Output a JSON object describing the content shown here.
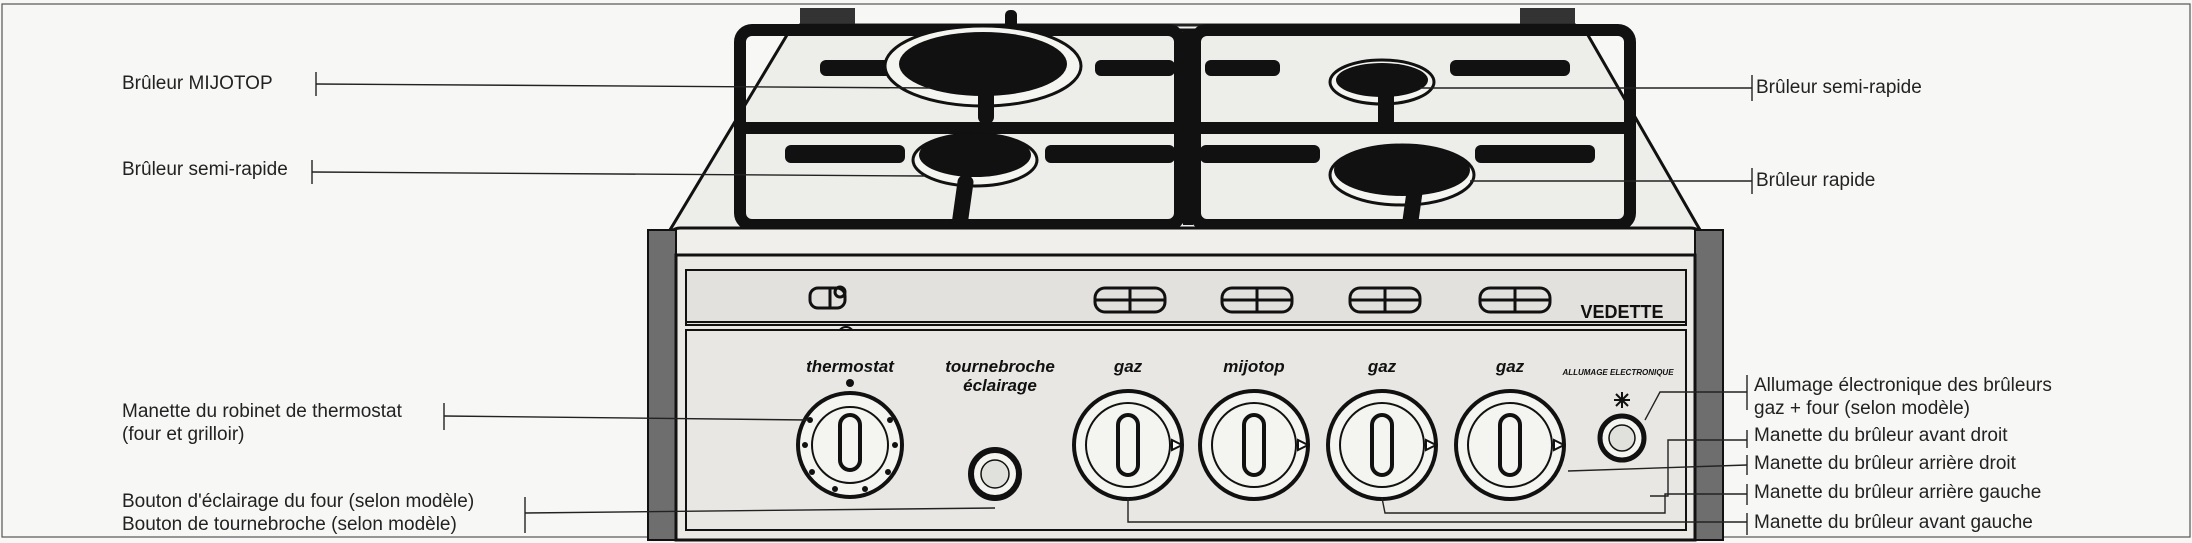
{
  "labels_left": [
    {
      "id": "mijotop",
      "lines": [
        "Brûleur MIJOTOP"
      ]
    },
    {
      "id": "semi-rapide-left",
      "lines": [
        "Brûleur semi-rapide"
      ]
    },
    {
      "id": "thermostat",
      "lines": [
        "Manette du robinet de thermostat",
        "(four et grilloir)"
      ]
    },
    {
      "id": "eclairage",
      "lines": [
        "Bouton d'éclairage du four (selon modèle)",
        "Bouton de tournebroche (selon modèle)"
      ]
    }
  ],
  "labels_right": [
    {
      "id": "semi-rapide-right",
      "lines": [
        "Brûleur semi-rapide"
      ]
    },
    {
      "id": "rapide",
      "lines": [
        "Brûleur rapide"
      ]
    },
    {
      "id": "allumage",
      "lines": [
        "Allumage électronique des brûleurs",
        "gaz + four (selon modèle)"
      ]
    },
    {
      "id": "avant-droit",
      "lines": [
        "Manette du brûleur avant droit"
      ]
    },
    {
      "id": "arriere-droit",
      "lines": [
        "Manette du brûleur arrière droit"
      ]
    },
    {
      "id": "arriere-gauche",
      "lines": [
        "Manette du brûleur arrière gauche"
      ]
    },
    {
      "id": "avant-gauche",
      "lines": [
        "Manette du brûleur avant gauche"
      ]
    }
  ],
  "panel": {
    "brand": "VEDETTE",
    "knob_labels": {
      "thermostat": "thermostat",
      "tournebroche": "tournebroche",
      "eclairage": "éclairage",
      "gaz1": "gaz",
      "mijotop": "mijotop",
      "gaz2": "gaz",
      "gaz3": "gaz",
      "allumage": "ALLUMAGE ELECTRONIQUE"
    }
  },
  "colors": {
    "ink": "#1a1a1a",
    "paper": "#f7f7f5",
    "panel": "#e4e3df",
    "cooktop": "#ededea"
  }
}
